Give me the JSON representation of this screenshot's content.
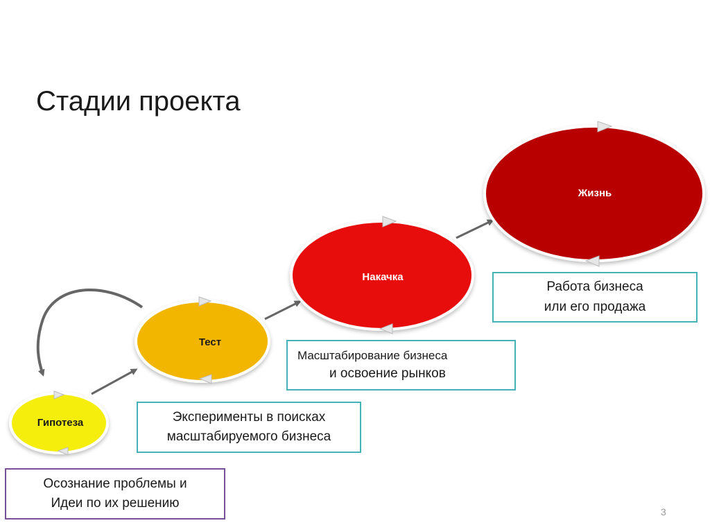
{
  "title": "Стадии проекта",
  "stages": [
    {
      "name": "Гипотеза",
      "fill": "#f5ee10",
      "description": [
        "Осознание проблемы и",
        "Идеи по их решению"
      ],
      "border": "#7a4f96"
    },
    {
      "name": "Тест",
      "fill": "#f2b600",
      "description": [
        "Эксперименты в поисках",
        "масштабируемого бизнеса"
      ],
      "border": "#45b2b8"
    },
    {
      "name": "Накачка",
      "fill": "#e80d0d",
      "description": [
        "Масштабирование бизнеса",
        "и освоение рынков"
      ],
      "border": "#45b2b8"
    },
    {
      "name": "Жизнь",
      "fill": "#b80202",
      "description": [
        "Работа бизнеса",
        "или его продажа"
      ],
      "border": "#45b2b8"
    }
  ],
  "page_number": "3"
}
